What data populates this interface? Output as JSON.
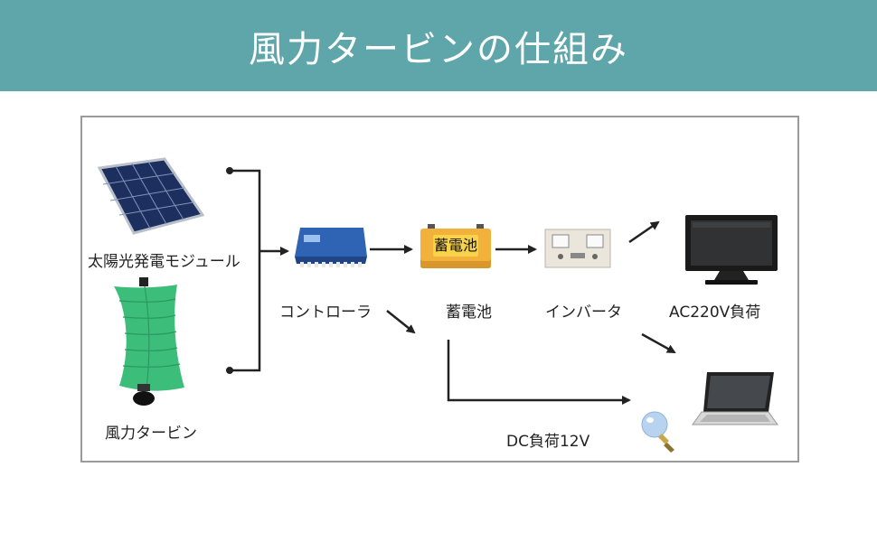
{
  "header": {
    "title": "風力タービンの仕組み"
  },
  "nodes": {
    "solar": "太陽光発電モジュール",
    "turbine": "風力タービン",
    "controller": "コントローラ",
    "battery": "蓄電池",
    "battery_sticker": "蓄電池",
    "inverter": "インバータ",
    "ac_load": "AC220V負荷",
    "dc_load": "DC負荷12V"
  },
  "colors": {
    "header": "#5fa6ab",
    "turbine": "#3dbd7a",
    "controller": "#2f63b3",
    "battery": "#f2b13a"
  },
  "icons": [
    "solar-panel-icon",
    "wind-turbine-icon",
    "controller-icon",
    "battery-icon",
    "inverter-icon",
    "tv-icon",
    "laptop-icon",
    "light-bulb-icon"
  ]
}
